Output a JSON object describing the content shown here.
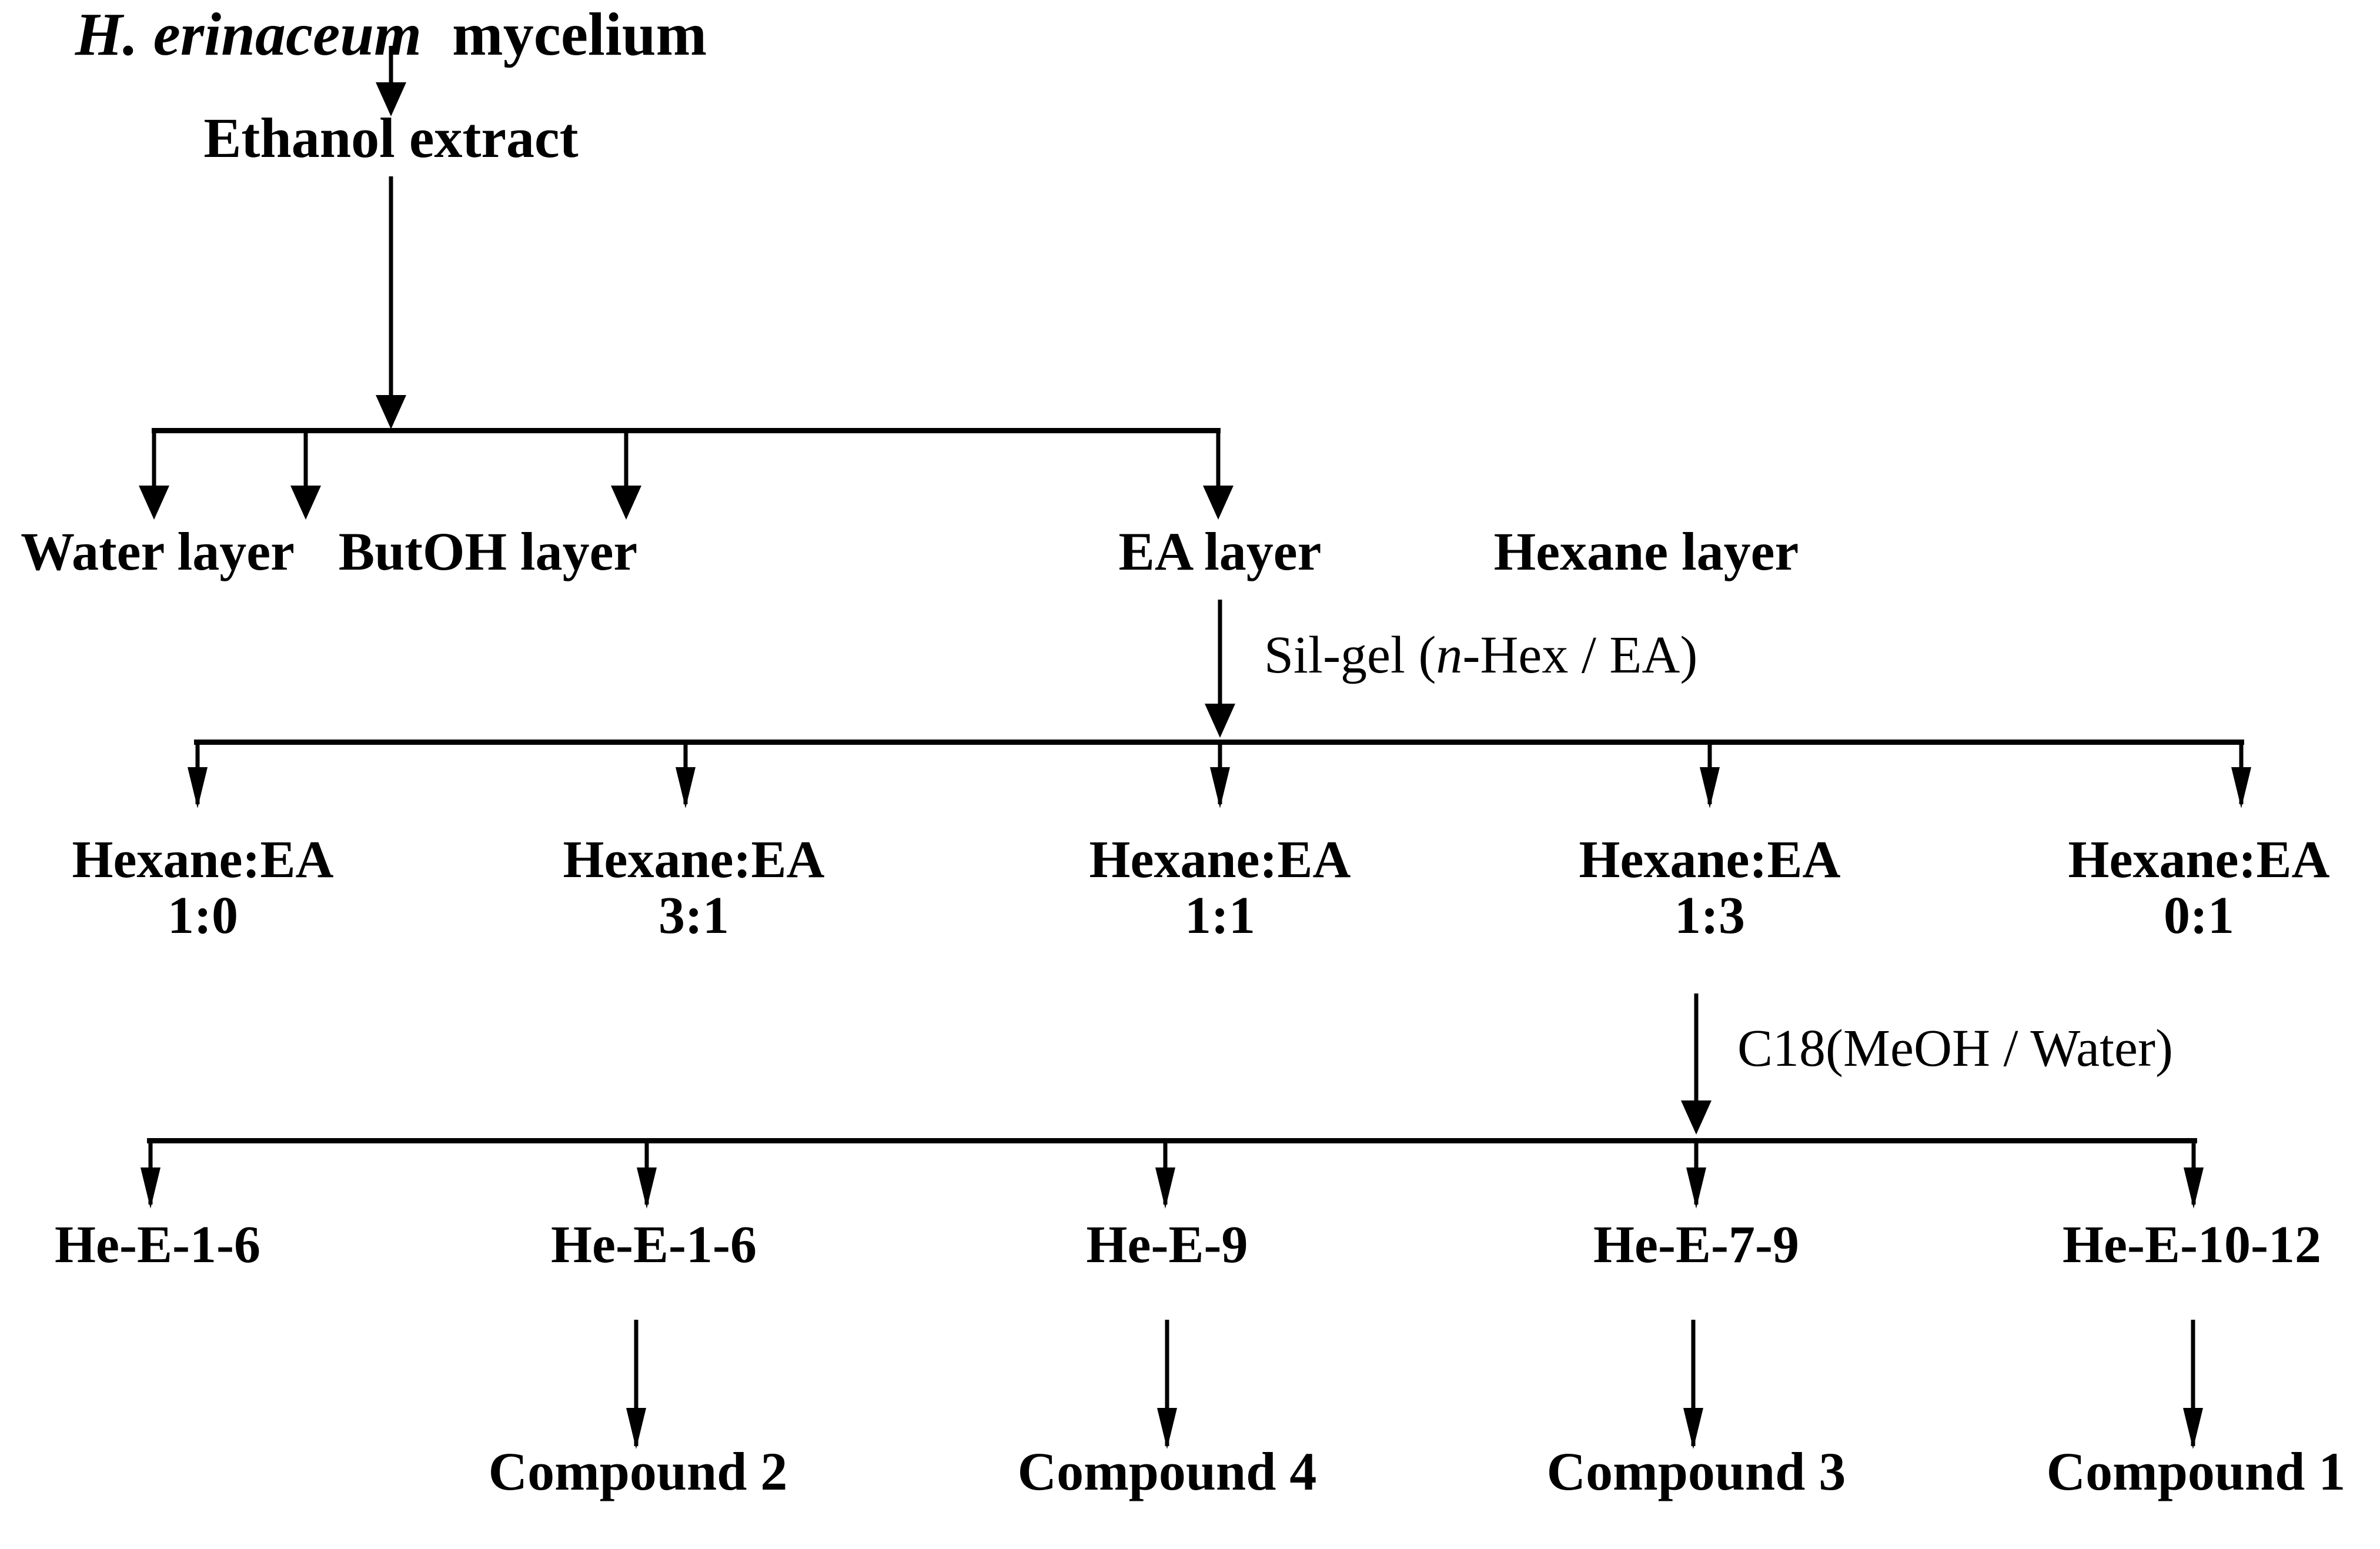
{
  "diagram": {
    "type": "flowchart",
    "title": {
      "species": "H. erinaceum",
      "part": "mycelium"
    },
    "step1": {
      "label": "Ethanol extract"
    },
    "partition_layers": [
      {
        "label": "Water layer"
      },
      {
        "label": "ButOH layer"
      },
      {
        "label": "EA layer"
      },
      {
        "label": "Hexane layer"
      }
    ],
    "annotations": {
      "silgel_prefix": "Sil-gel (",
      "silgel_italic": "n",
      "silgel_suffix": "-Hex / EA)",
      "c18": "C18(MeOH / Water)"
    },
    "silgel_fractions": [
      {
        "name": "Hexane:EA",
        "ratio": "1:0"
      },
      {
        "name": "Hexane:EA",
        "ratio": "3:1"
      },
      {
        "name": "Hexane:EA",
        "ratio": "1:1"
      },
      {
        "name": "Hexane:EA",
        "ratio": "1:3"
      },
      {
        "name": "Hexane:EA",
        "ratio": "0:1"
      }
    ],
    "c18_fractions": [
      {
        "label": "He-E-1-6"
      },
      {
        "label": "He-E-1-6"
      },
      {
        "label": "He-E-9"
      },
      {
        "label": "He-E-7-9"
      },
      {
        "label": "He-E-10-12"
      }
    ],
    "compounds": [
      {
        "label": "Compound 2"
      },
      {
        "label": "Compound 4"
      },
      {
        "label": "Compound 3"
      },
      {
        "label": "Compound 1"
      }
    ],
    "colors": {
      "ink": "#000000",
      "background": "#ffffff"
    }
  }
}
